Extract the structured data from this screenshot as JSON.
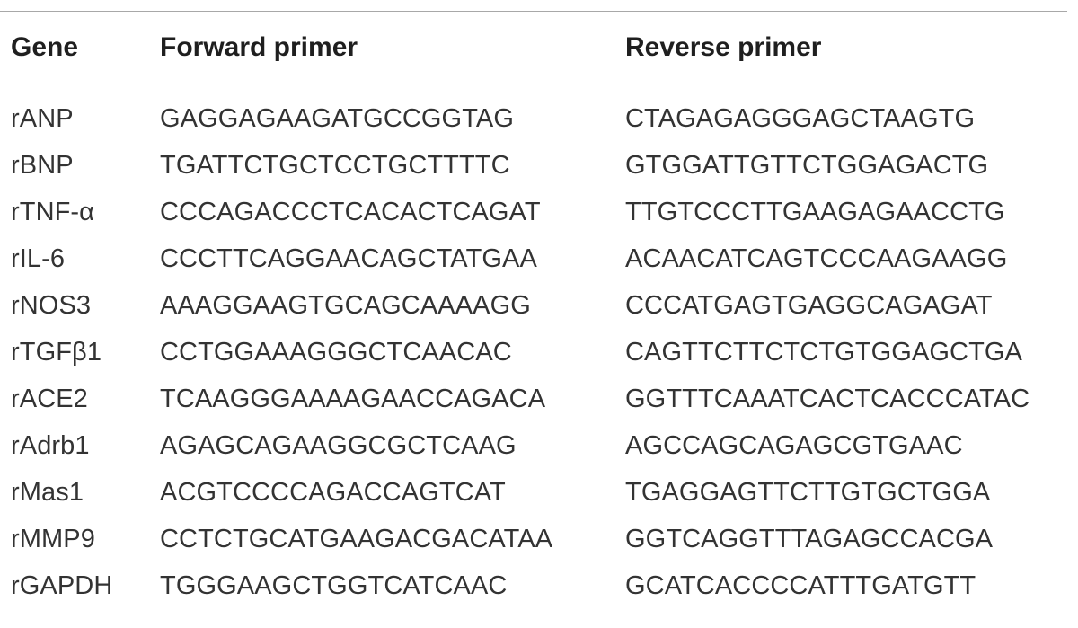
{
  "table": {
    "headers": {
      "gene": "Gene",
      "forward": "Forward primer",
      "reverse": "Reverse primer"
    },
    "rows": [
      {
        "gene": "rANP",
        "forward": "GAGGAGAAGATGCCGGTAG",
        "reverse": "CTAGAGAGGGAGCTAAGTG"
      },
      {
        "gene": "rBNP",
        "forward": "TGATTCTGCTCCTGCTTTTC",
        "reverse": "GTGGATTGTTCTGGAGACTG"
      },
      {
        "gene": "rTNF-α",
        "forward": "CCCAGACCCTCACACTCAGAT",
        "reverse": "TTGTCCCTTGAAGAGAACCTG"
      },
      {
        "gene": "rIL-6",
        "forward": "CCCTTCAGGAACAGCTATGAA",
        "reverse": "ACAACATCAGTCCCAAGAAGG"
      },
      {
        "gene": "rNOS3",
        "forward": "AAAGGAAGTGCAGCAAAAGG",
        "reverse": "CCCATGAGTGAGGCAGAGAT"
      },
      {
        "gene": "rTGFβ1",
        "forward": "CCTGGAAAGGGCTCAACAC",
        "reverse": "CAGTTCTTCTCTGTGGAGCTGA"
      },
      {
        "gene": "rACE2",
        "forward": "TCAAGGGAAAAGAACCAGACA",
        "reverse": "GGTTTCAAATCACTCACCCATAC"
      },
      {
        "gene": "rAdrb1",
        "forward": "AGAGCAGAAGGCGCTCAAG",
        "reverse": "AGCCAGCAGAGCGTGAAC"
      },
      {
        "gene": "rMas1",
        "forward": "ACGTCCCCAGACCAGTCAT",
        "reverse": "TGAGGAGTTCTTGTGCTGGA"
      },
      {
        "gene": "rMMP9",
        "forward": "CCTCTGCATGAAGACGACATAA",
        "reverse": "GGTCAGGTTTAGAGCCACGA"
      },
      {
        "gene": "rGAPDH",
        "forward": "TGGGAAGCTGGTCATCAAC",
        "reverse": "GCATCACCCCATTTGATGTT"
      }
    ]
  }
}
